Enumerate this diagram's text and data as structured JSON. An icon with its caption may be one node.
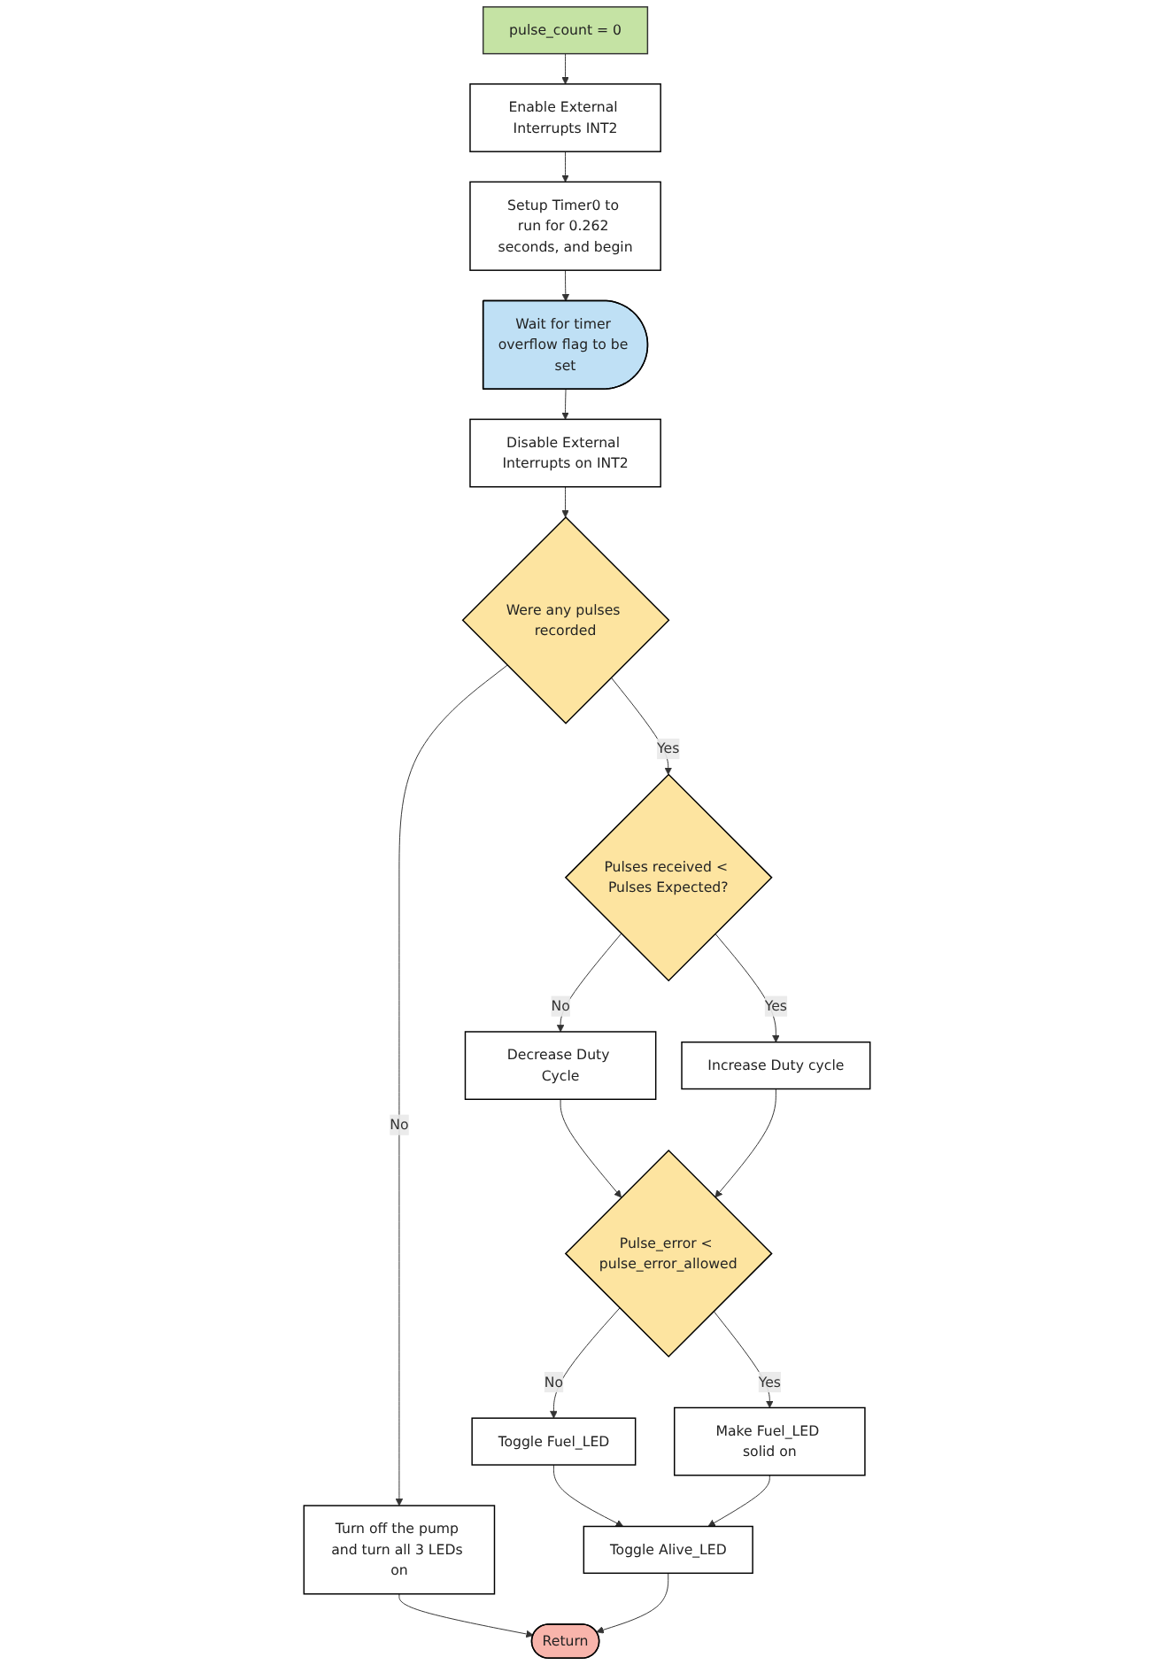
{
  "diagram": {
    "nodes": [
      {
        "text": [
          "pulse_count = 0"
        ]
      },
      {
        "text": [
          "Enable External Interrupts INT2"
        ]
      },
      {
        "text": [
          "Setup Timer0 to run for 0.262 seconds, and begin"
        ]
      },
      {
        "text": [
          "Wait for timer overflow flag to be set"
        ]
      },
      {
        "text": [
          "Disable External Interrupts on INT2"
        ]
      },
      {
        "text": [
          "Were any pulses recorded"
        ]
      },
      {
        "text": [
          "Turn off the pump and turn all 3 LEDs on"
        ]
      },
      {
        "text": [
          "Return"
        ]
      },
      {
        "text": [
          "Pulses received < Pulses Expected?"
        ]
      },
      {
        "text": [
          "Decrease Duty Cycle"
        ]
      },
      {
        "text": [
          "Increase Duty cycle"
        ]
      },
      {
        "text": [
          "Pulse_error < pulse_error_allowed"
        ]
      },
      {
        "text": [
          "Toggle Fuel_LED"
        ]
      },
      {
        "text": [
          "Make Fuel_LED solid on"
        ]
      },
      {
        "text": [
          "Toggle Alive_LED"
        ]
      }
    ],
    "edges": [
      {
        "from": 0,
        "to": 1,
        "arrow": "to"
      },
      {
        "from": 1,
        "to": 2,
        "arrow": "to"
      },
      {
        "from": 2,
        "to": 3,
        "arrow": "to"
      },
      {
        "from": 3,
        "to": 4,
        "arrow": "to"
      },
      {
        "from": 4,
        "to": 5,
        "arrow": "to"
      },
      {
        "from": 5,
        "to": 6,
        "label": "No",
        "arrow": "to"
      },
      {
        "from": 5,
        "to": 8,
        "label": "Yes",
        "arrow": "to"
      },
      {
        "from": 6,
        "to": 7,
        "arrow": "to"
      },
      {
        "from": 8,
        "to": 9,
        "label": "No",
        "arrow": "to"
      },
      {
        "from": 8,
        "to": 10,
        "label": "Yes",
        "arrow": "to"
      },
      {
        "from": 9,
        "to": 11,
        "arrow": "to"
      },
      {
        "from": 10,
        "to": 11,
        "arrow": "to"
      },
      {
        "from": 11,
        "to": 12,
        "label": "No",
        "arrow": "to"
      },
      {
        "from": 11,
        "to": 13,
        "label": "Yes",
        "arrow": "to"
      },
      {
        "from": 12,
        "to": 14,
        "arrow": "to"
      },
      {
        "from": 13,
        "to": 14,
        "arrow": "to"
      },
      {
        "from": 14,
        "to": 7,
        "arrow": "to"
      }
    ]
  }
}
